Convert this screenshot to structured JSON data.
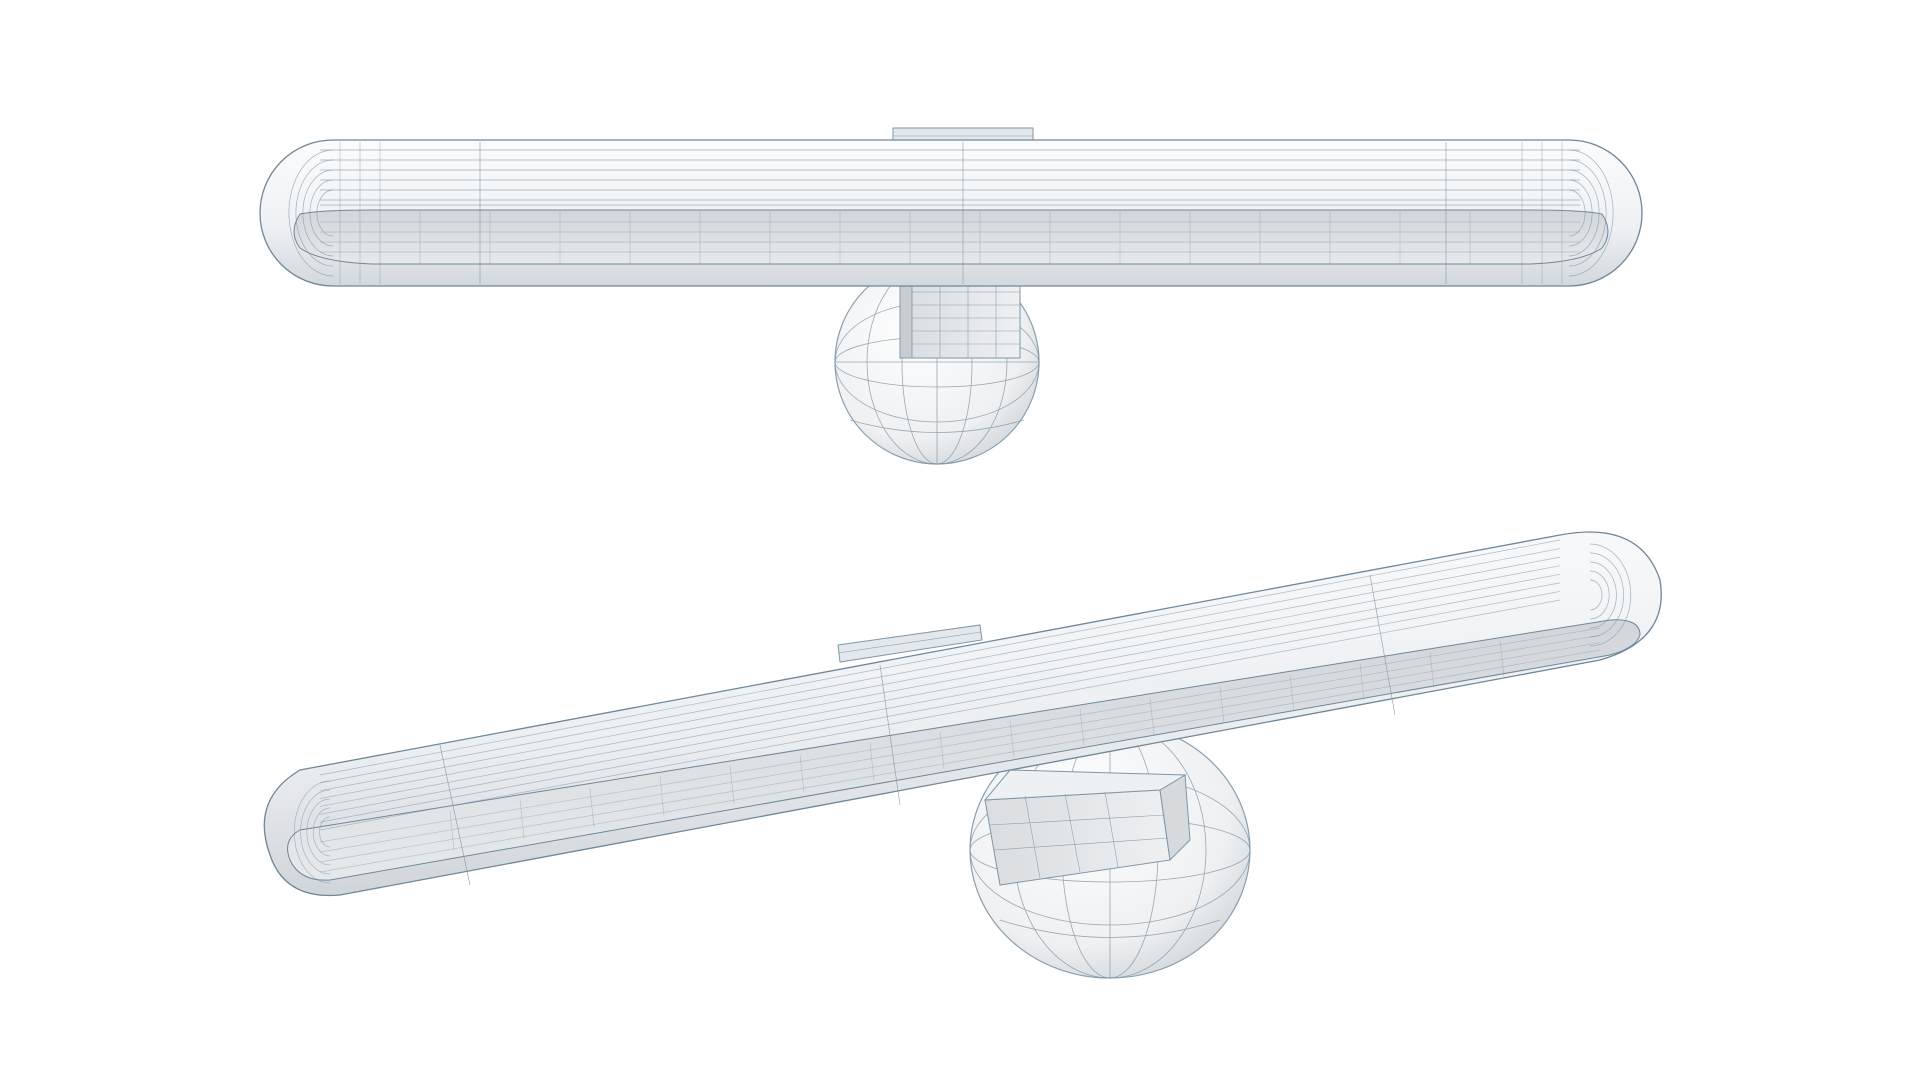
{
  "scene": {
    "background": "#ffffff",
    "subject": "wall-mounted-bar-light-wireframe",
    "views": [
      {
        "id": "front",
        "view": "front-orthographic"
      },
      {
        "id": "perspective",
        "view": "three-quarter-perspective"
      }
    ],
    "colors": {
      "surface_light": "#f4f6f8",
      "surface_mid": "#e7ebee",
      "surface_dark": "#c9ced3",
      "inner_panel": "#dfe2e5",
      "wire": "#5f7f95",
      "wire_faint": "#9fb3c2",
      "shadow": "#b7bcc1"
    }
  }
}
